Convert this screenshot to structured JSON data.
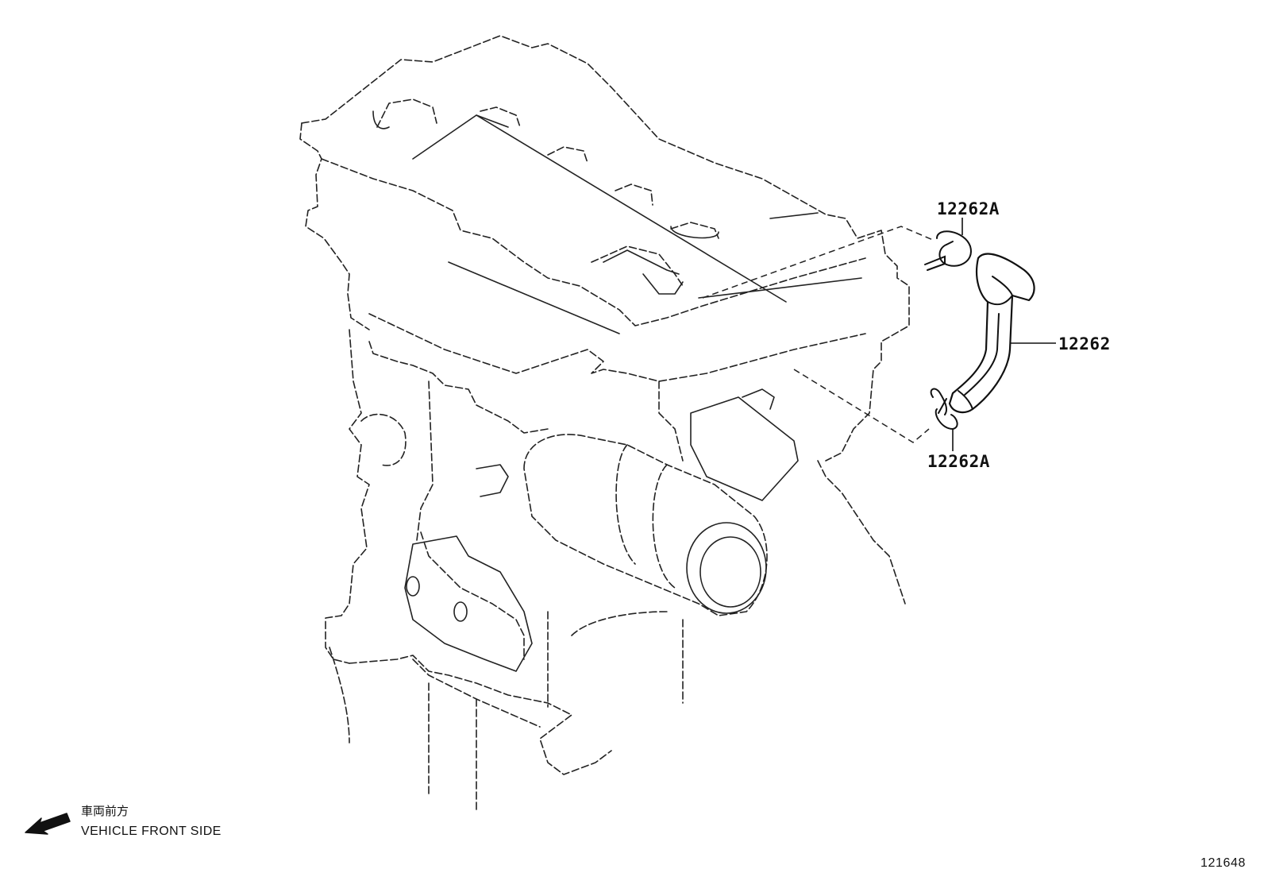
{
  "labels": {
    "clamp_upper": "12262A",
    "hose": "12262",
    "clamp_lower": "12262A"
  },
  "caption": {
    "japanese": "車両前方",
    "english": "VEHICLE FRONT SIDE"
  },
  "diagram_number": "121648",
  "icons": {
    "direction": "arrow-left-down-icon"
  },
  "colors": {
    "ink": "#111111",
    "background": "#ffffff"
  }
}
